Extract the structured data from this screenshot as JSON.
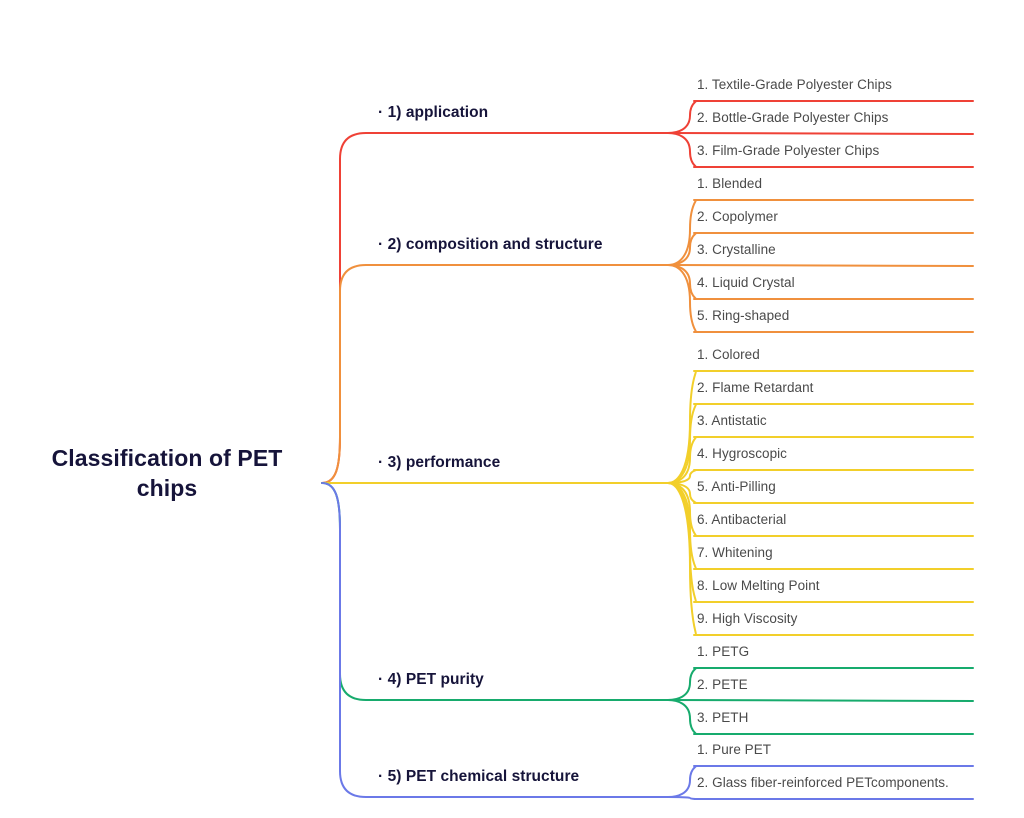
{
  "diagram": {
    "type": "mind-map",
    "root": {
      "title": "Classification of PET chips",
      "title_line1": "Classification of PET",
      "title_line2": "chips"
    },
    "colors": {
      "red": "#ef4136",
      "orange": "#f0903d",
      "yellow": "#f2cf2a",
      "green": "#17ab6d",
      "blue": "#6b79e8",
      "root_text": "#16143a",
      "leaf_text": "#4a4a4a",
      "background": "#ffffff"
    },
    "branches": [
      {
        "label": "1) application",
        "bullet": "·",
        "color": "red",
        "leaves": [
          "1. Textile-Grade Polyester Chips",
          "2. Bottle-Grade Polyester Chips",
          "3. Film-Grade Polyester Chips"
        ]
      },
      {
        "label": "2) composition and structure",
        "bullet": "·",
        "color": "orange",
        "leaves": [
          "1. Blended",
          "2. Copolymer",
          "3. Crystalline",
          "4. Liquid Crystal",
          "5. Ring-shaped"
        ]
      },
      {
        "label": "3) performance",
        "bullet": "·",
        "color": "yellow",
        "leaves": [
          "1. Colored",
          "2. Flame Retardant",
          "3. Antistatic",
          "4. Hygroscopic",
          "5. Anti-Pilling",
          "6. Antibacterial",
          "7. Whitening",
          "8. Low Melting Point",
          "9. High Viscosity"
        ]
      },
      {
        "label": "4) PET purity",
        "bullet": "·",
        "color": "green",
        "leaves": [
          "1. PETG",
          "2. PETE",
          "3. PETH"
        ]
      },
      {
        "label": "5) PET chemical structure",
        "bullet": "·",
        "color": "blue",
        "leaves": [
          "1. Pure PET",
          "2. Glass fiber-reinforced PETcomponents."
        ]
      }
    ]
  }
}
